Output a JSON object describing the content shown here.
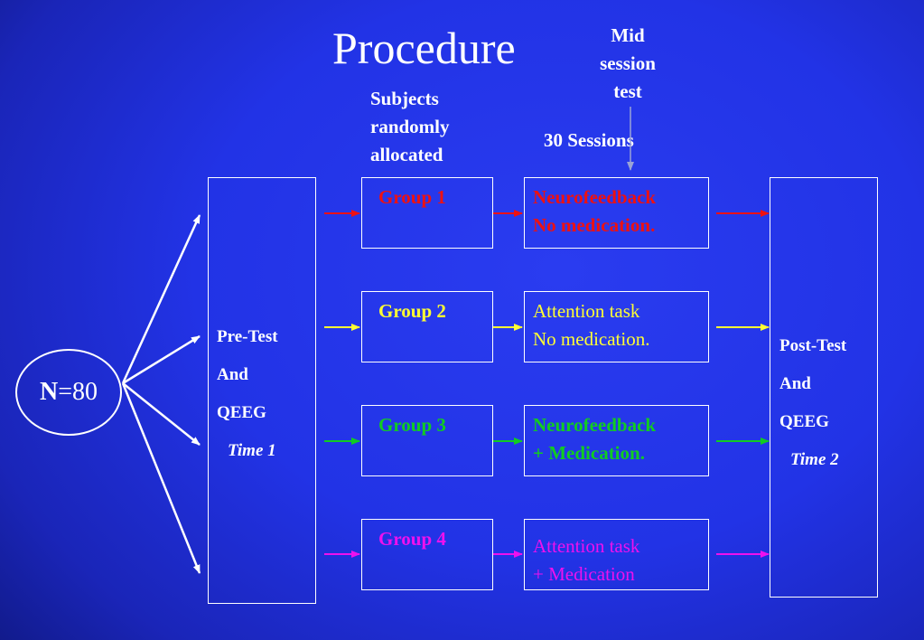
{
  "title": "Procedure",
  "mid_session": [
    "Mid",
    "session",
    "test"
  ],
  "subjects": [
    "Subjects",
    "randomly",
    "allocated"
  ],
  "sessions": "30 Sessions",
  "n_label": {
    "n": "N",
    "rest": " =80"
  },
  "pretest": [
    "Pre-Test",
    "And",
    "QEEG",
    "Time 1"
  ],
  "posttest": [
    "Post-Test",
    "And",
    "QEEG",
    "Time 2"
  ],
  "groups": [
    {
      "name": "Group 1",
      "treatment": [
        "Neurofeedback",
        "No medication."
      ],
      "color": "#ee1111"
    },
    {
      "name": "Group 2",
      "treatment": [
        "Attention task",
        "No medication."
      ],
      "color": "#ffff33"
    },
    {
      "name": "Group 3",
      "treatment": [
        "Neurofeedback",
        "+ Medication."
      ],
      "color": "#11cc22"
    },
    {
      "name": "Group 4",
      "treatment": [
        "Attention task",
        "+ Medication"
      ],
      "color": "#ee11ee"
    }
  ],
  "colors": {
    "background": "#2233e6",
    "line": "#ffffff",
    "mid_arrow": "#9aa3d6"
  }
}
